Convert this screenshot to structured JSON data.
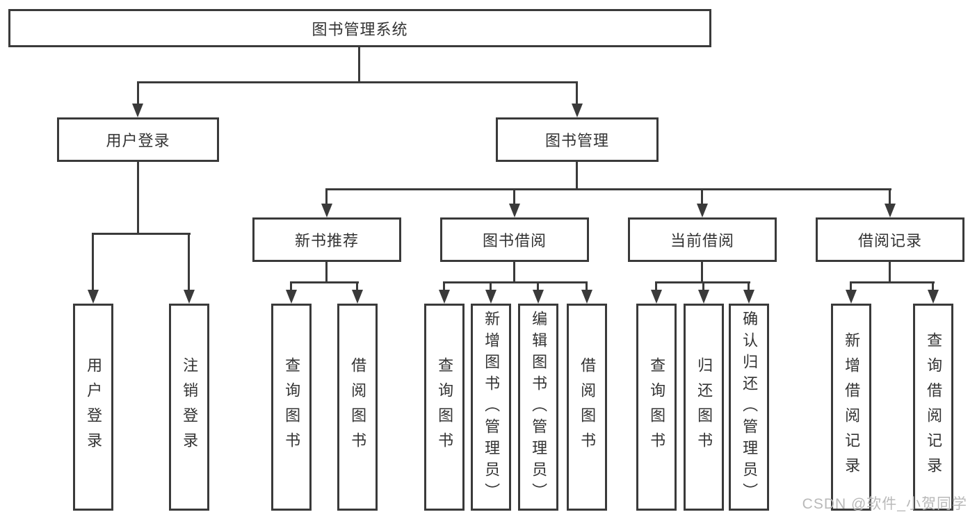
{
  "tree": {
    "root": {
      "label": "图书管理系统"
    },
    "branches": [
      {
        "label": "用户登录",
        "children": [
          {
            "label": "用户登录"
          },
          {
            "label": "注销登录"
          }
        ]
      },
      {
        "label": "图书管理",
        "sections": [
          {
            "label": "新书推荐",
            "children": [
              {
                "label": "查询图书"
              },
              {
                "label": "借阅图书"
              }
            ]
          },
          {
            "label": "图书借阅",
            "children": [
              {
                "label": "查询图书"
              },
              {
                "label": "新增图书（管理员）"
              },
              {
                "label": "编辑图书（管理员）"
              },
              {
                "label": "借阅图书"
              }
            ]
          },
          {
            "label": "当前借阅",
            "children": [
              {
                "label": "查询图书"
              },
              {
                "label": "归还图书"
              },
              {
                "label": "确认归还（管理员）"
              }
            ]
          },
          {
            "label": "借阅记录",
            "children": [
              {
                "label": "新增借阅记录"
              },
              {
                "label": "查询借阅记录"
              }
            ]
          }
        ]
      }
    ]
  },
  "watermark": {
    "text": "CSDN @软件_小贺同学"
  },
  "colors": {
    "line": "#3a3a3a",
    "text": "#333333",
    "watermark": "#b9b9b9",
    "background": "#ffffff"
  }
}
